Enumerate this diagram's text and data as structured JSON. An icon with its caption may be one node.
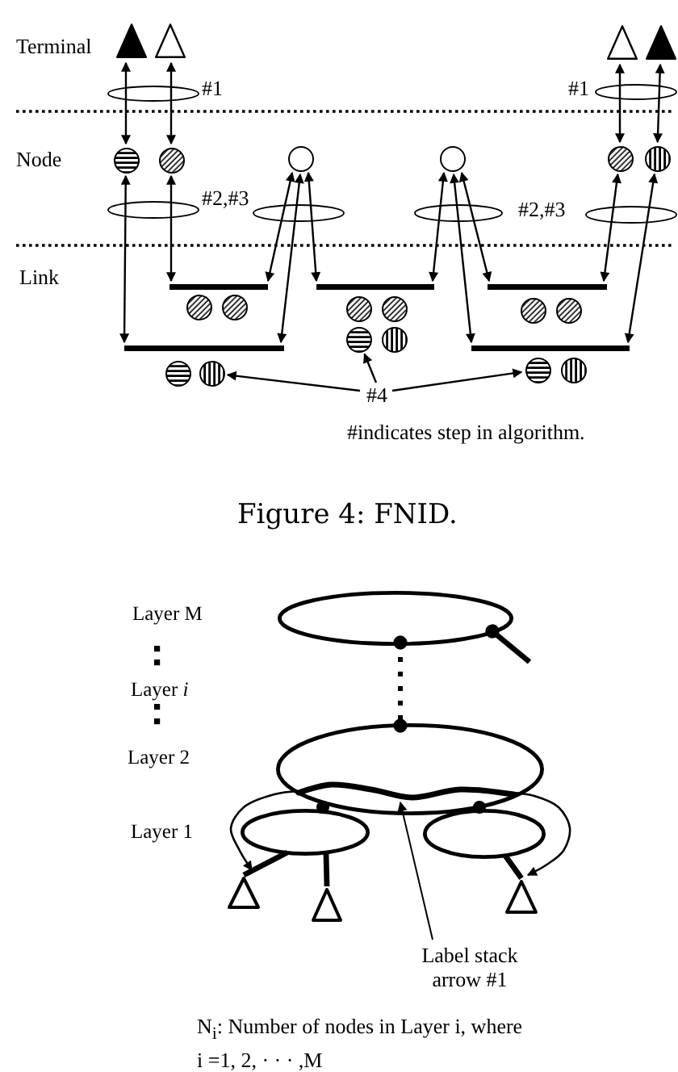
{
  "diagram": {
    "caption": "Figure 4: FNID.",
    "nodes": [
      {
        "text": [],
        "shape": "triangle"
      },
      {
        "text": [],
        "shape": "triangle"
      },
      {
        "text": [],
        "shape": "triangle"
      },
      {
        "text": [],
        "shape": "triangle"
      },
      {
        "text": [],
        "shape": "circle"
      },
      {
        "text": [],
        "shape": "circle"
      },
      {
        "text": [],
        "shape": "circle"
      },
      {
        "text": [],
        "shape": "circle"
      },
      {
        "text": [],
        "shape": "circle"
      },
      {
        "text": [],
        "shape": "circle"
      },
      {
        "text": [],
        "shape": "bar"
      },
      {
        "text": [],
        "shape": "circle"
      },
      {
        "text": [],
        "shape": "circle"
      },
      {
        "text": [],
        "shape": "bar"
      },
      {
        "text": [],
        "shape": "circle"
      },
      {
        "text": [],
        "shape": "circle"
      },
      {
        "text": [],
        "shape": "bar"
      },
      {
        "text": [],
        "shape": "circle"
      },
      {
        "text": [],
        "shape": "circle"
      },
      {
        "text": [],
        "shape": "circle"
      },
      {
        "text": [],
        "shape": "circle"
      },
      {
        "text": [],
        "shape": "bar"
      },
      {
        "text": [],
        "shape": "circle"
      },
      {
        "text": [],
        "shape": "circle"
      },
      {
        "text": [],
        "shape": "bar"
      },
      {
        "text": [],
        "shape": "circle"
      },
      {
        "text": [],
        "shape": "circle"
      },
      {
        "text": [
          "#4"
        ]
      },
      {
        "text": [],
        "shape": "ellipse"
      },
      {
        "text": [],
        "shape": "ellipse"
      },
      {
        "text": [],
        "shape": "ellipse"
      },
      {
        "text": [],
        "shape": "ellipse"
      },
      {
        "text": [],
        "shape": "line",
        "in": 29
      },
      {
        "text": [],
        "shape": "triangle"
      },
      {
        "text": [],
        "shape": "triangle"
      },
      {
        "text": [],
        "shape": "triangle"
      },
      {
        "text": [
          "Label stack arrow #1"
        ]
      }
    ],
    "edges": [
      {
        "from": 0,
        "to": 4,
        "arrow": "both"
      },
      {
        "from": 1,
        "to": 5,
        "arrow": "both"
      },
      {
        "from": 2,
        "to": 8,
        "arrow": "both"
      },
      {
        "from": 3,
        "to": 9,
        "arrow": "both"
      },
      {
        "from": 4,
        "to": 13,
        "arrow": "both"
      },
      {
        "from": 5,
        "to": 10,
        "arrow": "both"
      },
      {
        "from": 6,
        "to": 10,
        "arrow": "both"
      },
      {
        "from": 6,
        "to": 13,
        "arrow": "both"
      },
      {
        "from": 6,
        "to": 16,
        "arrow": "both"
      },
      {
        "from": 7,
        "to": 16,
        "arrow": "both"
      },
      {
        "from": 7,
        "to": 24,
        "arrow": "both"
      },
      {
        "from": 7,
        "to": 21,
        "arrow": "both"
      },
      {
        "from": 8,
        "to": 21,
        "arrow": "both"
      },
      {
        "from": 9,
        "to": 24,
        "arrow": "both"
      },
      {
        "from": 27,
        "to": 15,
        "arrow": "to"
      },
      {
        "from": 27,
        "to": 19,
        "arrow": "to"
      },
      {
        "from": 27,
        "to": 25,
        "arrow": "to"
      },
      {
        "from": 28,
        "to": 29,
        "arrow": "other",
        "style": "dashed"
      },
      {
        "from": 28,
        "to": null,
        "arrow": "other",
        "style": "thick"
      },
      {
        "from": 30,
        "to": 33,
        "arrow": "none",
        "style": "thick"
      },
      {
        "from": 30,
        "to": 34,
        "arrow": "none",
        "style": "thick"
      },
      {
        "from": 31,
        "to": 35,
        "arrow": "none",
        "style": "thick"
      },
      {
        "from": 32,
        "to": 33,
        "arrow": "to"
      },
      {
        "from": 32,
        "to": 35,
        "arrow": "to"
      },
      {
        "from": 36,
        "to": 32,
        "arrow": "to"
      }
    ],
    "labels": [
      "Terminal",
      "#1",
      "#1",
      "Node",
      "#2,#3",
      "#2,#3",
      "Link",
      "#indicates step in algorithm.",
      "Layer M",
      "Layer *i*",
      "Layer 2",
      "Layer 1",
      "N$_{i}$: Number of nodes in Layer i, where i =1, 2, · · · ,M"
    ]
  }
}
